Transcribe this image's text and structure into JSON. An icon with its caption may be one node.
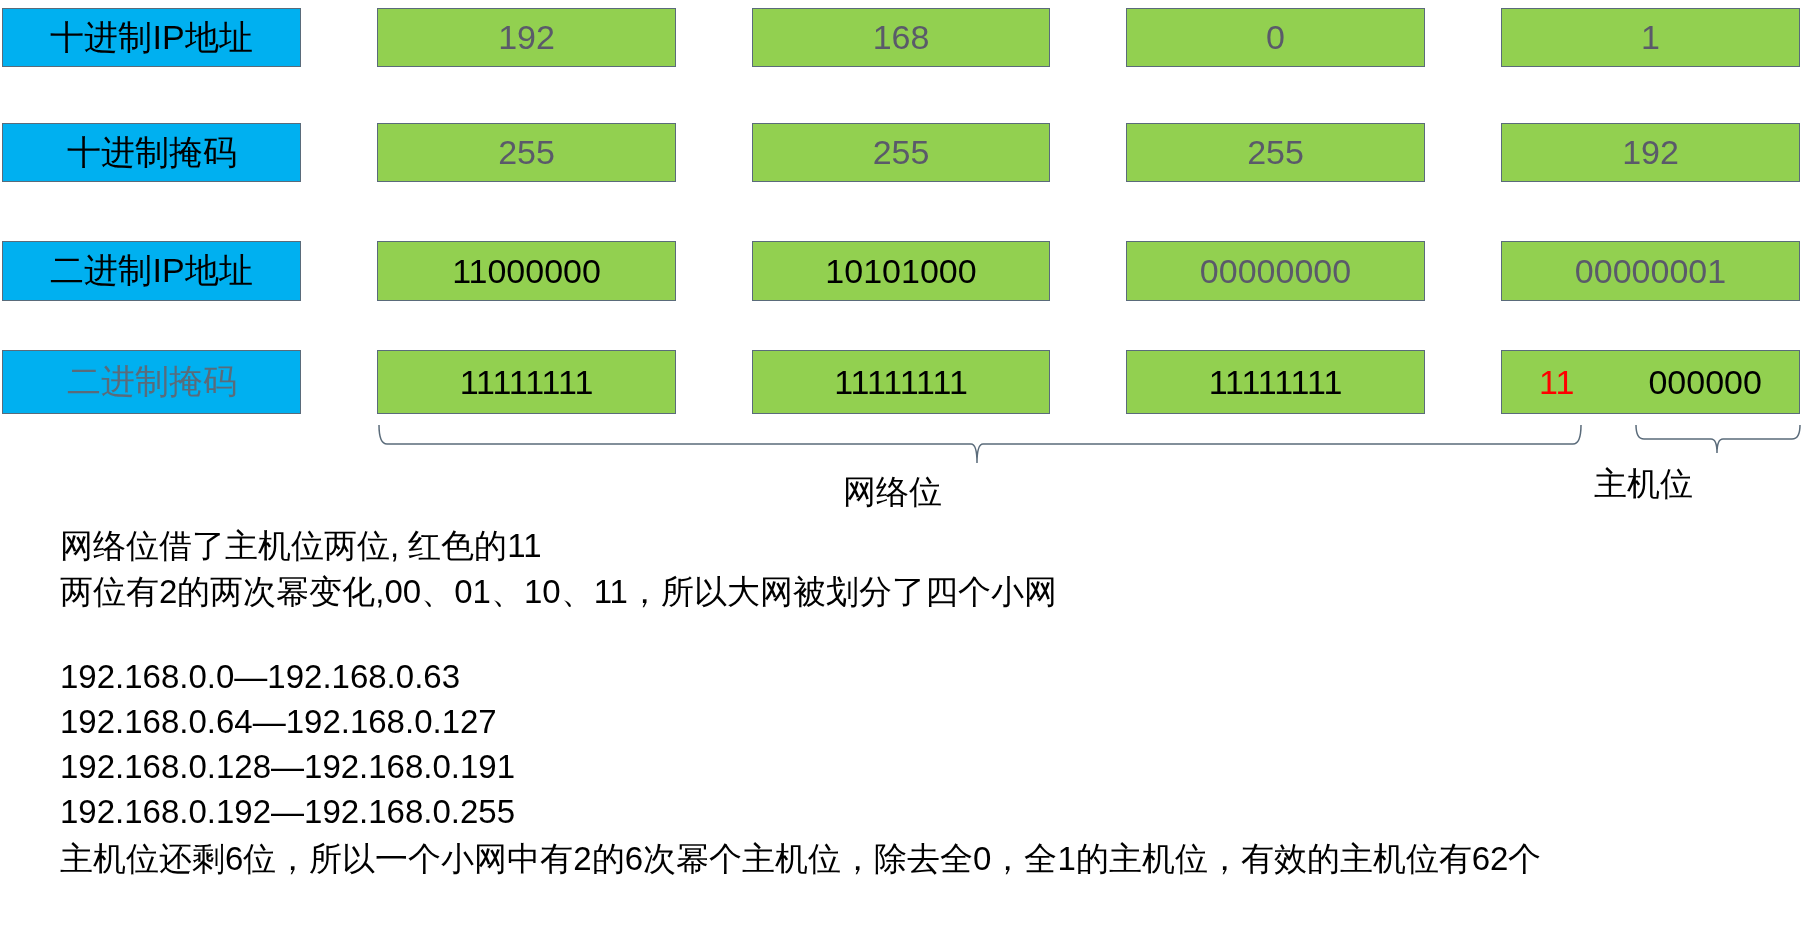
{
  "diagram": {
    "nodes": [
      {
        "text": [
          "十进制IP地址"
        ]
      },
      {
        "text": [
          "192"
        ]
      },
      {
        "text": [
          "168"
        ]
      },
      {
        "text": [
          "0"
        ]
      },
      {
        "text": [
          "1"
        ]
      },
      {
        "text": [
          "十进制掩码"
        ]
      },
      {
        "text": [
          "255"
        ]
      },
      {
        "text": [
          "255"
        ]
      },
      {
        "text": [
          "255"
        ]
      },
      {
        "text": [
          "192"
        ]
      },
      {
        "text": [
          "二进制IP地址"
        ]
      },
      {
        "text": [
          "11000000"
        ]
      },
      {
        "text": [
          "10101000"
        ]
      },
      {
        "text": [
          "00000000"
        ]
      },
      {
        "text": [
          "00000001"
        ]
      },
      {
        "text": [
          "二进制掩码"
        ]
      },
      {
        "text": [
          "11111111"
        ]
      },
      {
        "text": [
          "11111111"
        ]
      },
      {
        "text": [
          "11111111"
        ]
      },
      {
        "text": [
          "11",
          "000000"
        ]
      }
    ],
    "labels": [
      "网络位",
      "主机位",
      "网络位借了主机位两位, 红色的11",
      "两位有2的两次幂变化,00、01、10、11，所以大网被划分了四个小网",
      "192.168.0.0—192.168.0.63",
      "192.168.0.64—192.168.0.127",
      "192.168.0.128—192.168.0.191",
      "192.168.0.192—192.168.0.255",
      "主机位还剩6位，所以一个小网中有2的6次幂个主机位，除去全0，全1的主机位，有效的主机位有62个"
    ]
  }
}
